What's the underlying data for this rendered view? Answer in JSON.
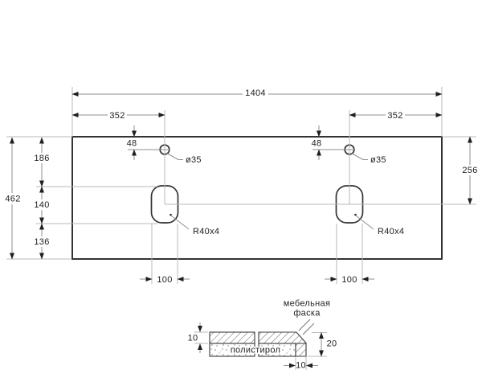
{
  "top_view": {
    "overall_width": "1404",
    "overall_height": "462",
    "hole_offset_left": "352",
    "hole_offset_right": "352",
    "hole_top_offset_left": "48",
    "hole_top_offset_right": "48",
    "hole_diameter_left": "ø35",
    "hole_diameter_right": "ø35",
    "seg_top": "186",
    "seg_middle": "140",
    "seg_bottom": "136",
    "bowl_center_from_top": "256",
    "cutout_radius_left": "R40x4",
    "cutout_radius_right": "R40x4",
    "cutout_width_left": "100",
    "cutout_width_right": "100"
  },
  "section_view": {
    "chamfer_label_line1": "мебельная",
    "chamfer_label_line2": "фаска",
    "filler_label": "полистирол",
    "top_layer_thickness": "10",
    "edge_total_thickness": "20",
    "edge_width": "10"
  },
  "colors": {
    "outline": "#333333",
    "dim_line": "#8f8f8f",
    "ext_line": "#b8b8b8",
    "arrow": "#1f1f1f",
    "text": "#222222"
  }
}
